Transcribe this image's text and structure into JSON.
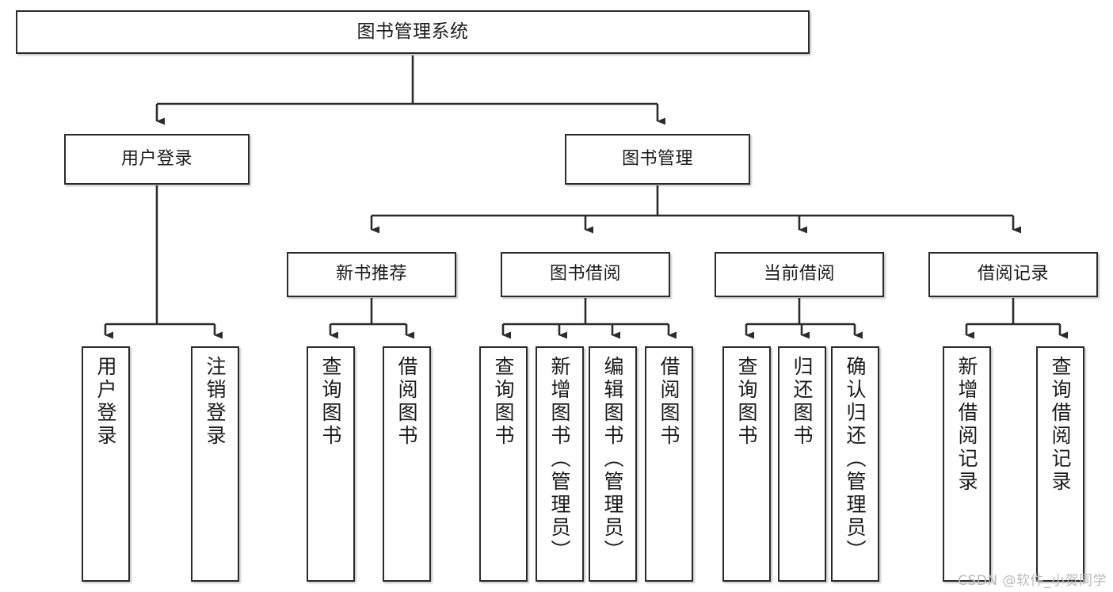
{
  "diagram": {
    "title": "图书管理系统",
    "watermark": "CSDN @软件_小贺同学",
    "line_color": "#2b2b2b",
    "box_fill": "#ffffff",
    "text_color": "#1b1b1b",
    "levels": {
      "root": "图书管理系统",
      "level2": [
        "用户登录",
        "图书管理"
      ],
      "level3": [
        "新书推荐",
        "图书借阅",
        "当前借阅",
        "借阅记录"
      ]
    },
    "nodes": {
      "root": {
        "label": "图书管理系统"
      },
      "user_login": {
        "label": "用户登录"
      },
      "book_manage": {
        "label": "图书管理"
      },
      "new_book_rec": {
        "label": "新书推荐"
      },
      "book_borrow": {
        "label": "图书借阅"
      },
      "current_borrow": {
        "label": "当前借阅"
      },
      "borrow_record": {
        "label": "借阅记录"
      },
      "leaf_user_login": {
        "label": "用户登录"
      },
      "leaf_logout": {
        "label": "注销登录"
      },
      "leaf_query_book_1": {
        "label": "查询图书"
      },
      "leaf_borrow_book_1": {
        "label": "借阅图书"
      },
      "leaf_query_book_2": {
        "label": "查询图书"
      },
      "leaf_add_book": {
        "label": "新增图书（管理员）"
      },
      "leaf_edit_book": {
        "label": "编辑图书（管理员）"
      },
      "leaf_borrow_book_2": {
        "label": "借阅图书"
      },
      "leaf_query_book_3": {
        "label": "查询图书"
      },
      "leaf_return_book": {
        "label": "归还图书"
      },
      "leaf_confirm_return": {
        "label": "确认归还（管理员）"
      },
      "leaf_add_record": {
        "label": "新增借阅记录"
      },
      "leaf_query_record": {
        "label": "查询借阅记录"
      }
    }
  }
}
